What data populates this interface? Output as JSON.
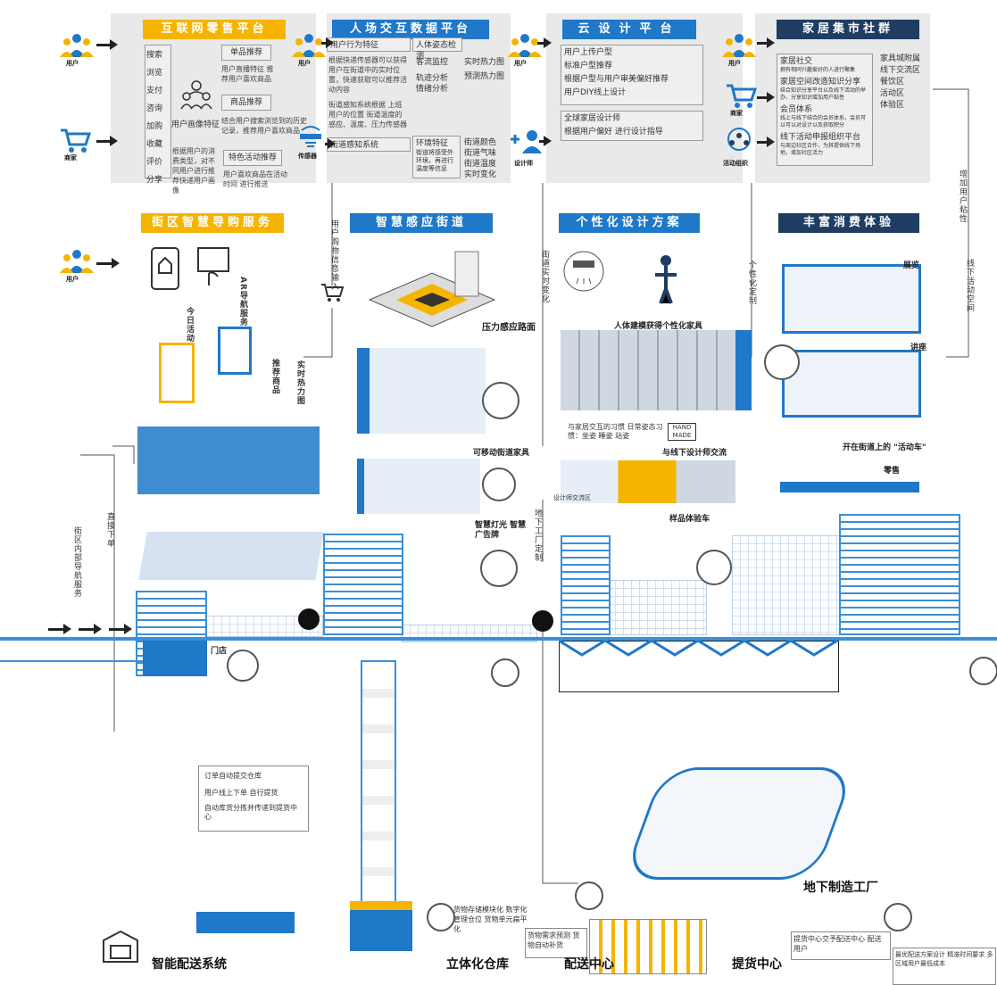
{
  "panels": {
    "internet_retail": {
      "title": "互联网零售平台",
      "left_list": [
        "搜索",
        "浏览",
        "支付",
        "咨询",
        "加购",
        "收藏",
        "评价",
        "分享"
      ],
      "portrait": "用户画像特征",
      "rec_single": "单品推荐",
      "rec_single_note": "用户直播特征 推荐用户喜欢商品",
      "rec_goods": "商品推荐",
      "rec_goods_note": "结合用户搜索浏览到的历史记录，推荐用户喜欢商品",
      "rec_event": "特色活动推荐",
      "note_bottom_left": "根据用户的消费类型，对不同用户进行推荐快递用户画像",
      "note_bottom_right": "用户喜欢商品在活动时间 进行推送"
    },
    "interaction": {
      "title": "人场交互数据平台",
      "behavior": "用户行为特征",
      "behavior_note": "根据快递传感器可以获得用户在街道中的实时位置，快速获取可以推荐活动内容",
      "street_note": "街道感知系统根据 上班用户的位置 街道温度的感应、温度、压力传感器",
      "street_system": "街道感知系统",
      "body_detect": "人体姿态检测",
      "flow": "客流监控",
      "track": "轨迹分析",
      "emotion": "情绪分析",
      "heat_realtime": "实时热力图",
      "heat_predict": "预测热力图",
      "env": "环境特征",
      "env_note": "街道将感受外环境，再进行温度等信息",
      "street_color": "街道颜色",
      "street_smell": "街道气味",
      "street_temp": "街道温度",
      "realtime_change": "实时变化"
    },
    "cloud": {
      "title": "云设计平台",
      "items": [
        "用户上传户型",
        "标准户型推荐",
        "根据户型与用户审美偏好推荐",
        "用户DIY线上设计"
      ],
      "designer": "全球家居设计师",
      "designer_note": "根据用户偏好 进行设计指导"
    },
    "community": {
      "title": "家居集市社群",
      "social": "家居社交",
      "social_note": "拥有相同兴趣爱好的人进行聚集",
      "space": "家居空间改造知识分享",
      "space_note": "结合知识分享平台以及线下活动的举办，分享知识增加用户黏性",
      "member": "会员体系",
      "member_note": "线上与线下结合的会员体系，会员可以可以对设计以及获取积分",
      "event": "线下活动申报组织平台",
      "event_note": "与周边社区合作，为其提供线下场地，增加社区活力",
      "right_list": [
        "家具城附属",
        "线下交流区",
        "餐饮区",
        "活动区",
        "体验区"
      ]
    }
  },
  "icons": {
    "user": "用户",
    "merchant": "商家",
    "sensor": "传感器",
    "designer": "设计师",
    "activity_org": "活动组织"
  },
  "sections": {
    "smart_guide": "街区智慧导购服务",
    "smart_street": "智慧感应街道",
    "design_plan": "个性化设计方案",
    "consume": "丰富消费体验"
  },
  "flow_labels": {
    "shopping_input": "用户购物信息输入",
    "street_realtime": "街道实时变化",
    "custom": "个性化定制",
    "stickiness": "增加用户粘性",
    "offline_space": "线下活动空间",
    "underground_custom": "地下工厂定制",
    "direct_order": "直接下单",
    "inner_nav": "街区内部导航服务"
  },
  "guide_labels": {
    "today": "今日活动",
    "ar": "AR导航服务",
    "recommend": "推荐商品",
    "heatmap": "实时热力图"
  },
  "street_labels": {
    "pressure": "压力感应路面",
    "furniture": "可移动街道家具",
    "light": "智慧灯光 智慧广告牌"
  },
  "design_labels": {
    "body_model": "人体建模获得个性化家具",
    "habit_note": "与家居交互的习惯 日常姿态习惯：坐姿 睡姿 站姿",
    "handmade": "HAND MADE",
    "designer_talk": "与线下设计师交流",
    "sample_car": "样品体验车",
    "designer_area": "设计师交流区"
  },
  "consume_labels": {
    "exhibit": "展览",
    "lecture": "讲座",
    "activity_car": "开在街道上的 \"活动车\"",
    "retail": "零售"
  },
  "bottom": {
    "store": "门店",
    "order_notes": [
      "订单自动提交仓库",
      "用户线上下单 自行提货",
      "自动库货分拣并传递到提货中心"
    ],
    "storage_notes": "货物存储模块化 数字化管理仓位 货物单元扁平化",
    "demand_notes": "货物需求预测 货物自动补货",
    "factory": "地下制造工厂",
    "pickup_notes": "提货中心交予配送中心 配送用户",
    "best_notes": "最优配送方案设计 精准时间要求 多区域用户最低成本",
    "captions": [
      "智能配送系统",
      "立体化仓库",
      "配送中心",
      "提货中心"
    ]
  },
  "colors": {
    "yellow": "#f5b400",
    "blue": "#1f78c8",
    "navy": "#1f3d63",
    "panel_gray": "#e9e9e9"
  }
}
